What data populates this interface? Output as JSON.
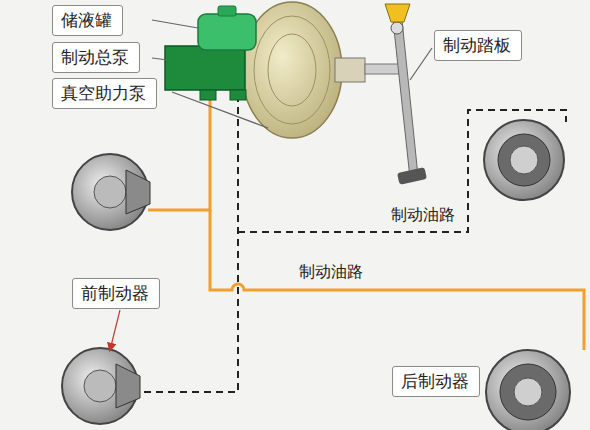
{
  "diagram": {
    "nodes": [
      {
        "text": [
          "储液罐"
        ]
      },
      {
        "text": [
          "制动总泵"
        ]
      },
      {
        "text": [
          "真空助力泵"
        ]
      },
      {
        "text": [
          "制动踏板"
        ]
      },
      {
        "text": [
          "前制动器"
        ]
      },
      {
        "text": [
          "后制动器"
        ]
      }
    ],
    "labels": [
      "制动油路",
      "制动油路"
    ]
  }
}
